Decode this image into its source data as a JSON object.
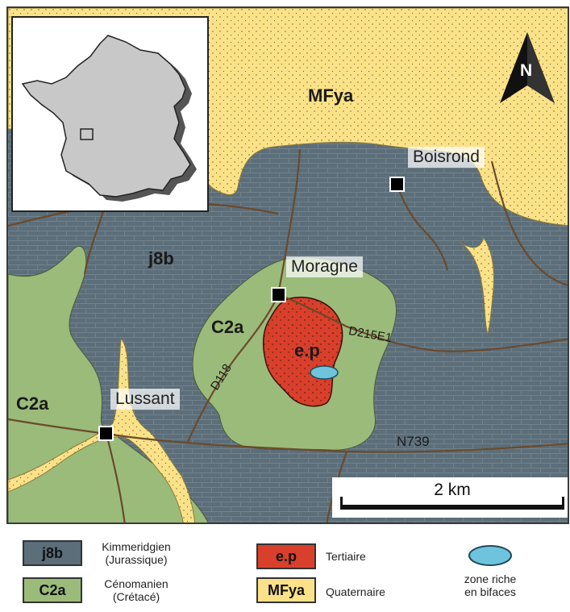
{
  "map": {
    "north_label": "N",
    "scale_label": "2 km",
    "units": {
      "j8b": "j8b",
      "c2a_left": "C2a",
      "c2a_center": "C2a",
      "ep": "e.p",
      "mfya": "MFya"
    },
    "towns": {
      "boisrond": "Boisrond",
      "moragne": "Moragne",
      "lussant": "Lussant"
    },
    "roads": {
      "d215e1": "D215E1",
      "d118": "D118",
      "n739": "N739"
    }
  },
  "legend": {
    "kimmeridgien": {
      "code": "j8b",
      "line1": "Kimmeridgien",
      "line2": "(Jurassique)"
    },
    "cenomanien": {
      "code": "C2a",
      "line1": "Cénomanien",
      "line2": "(Crétacé)"
    },
    "tertiaire": {
      "code": "e.p",
      "text": "Tertiaire"
    },
    "quaternaire": {
      "code": "MFya",
      "text": "Quaternaire"
    },
    "bifaces": {
      "line1": "zone riche",
      "line2": "en bifaces"
    }
  },
  "colors": {
    "jurassic": "#5b6e79",
    "cretaceous": "#9bbb7a",
    "tertiary": "#d8402c",
    "quaternary": "#fbe288",
    "bifaces": "#6fc4dd",
    "road": "#6b4a2b"
  }
}
